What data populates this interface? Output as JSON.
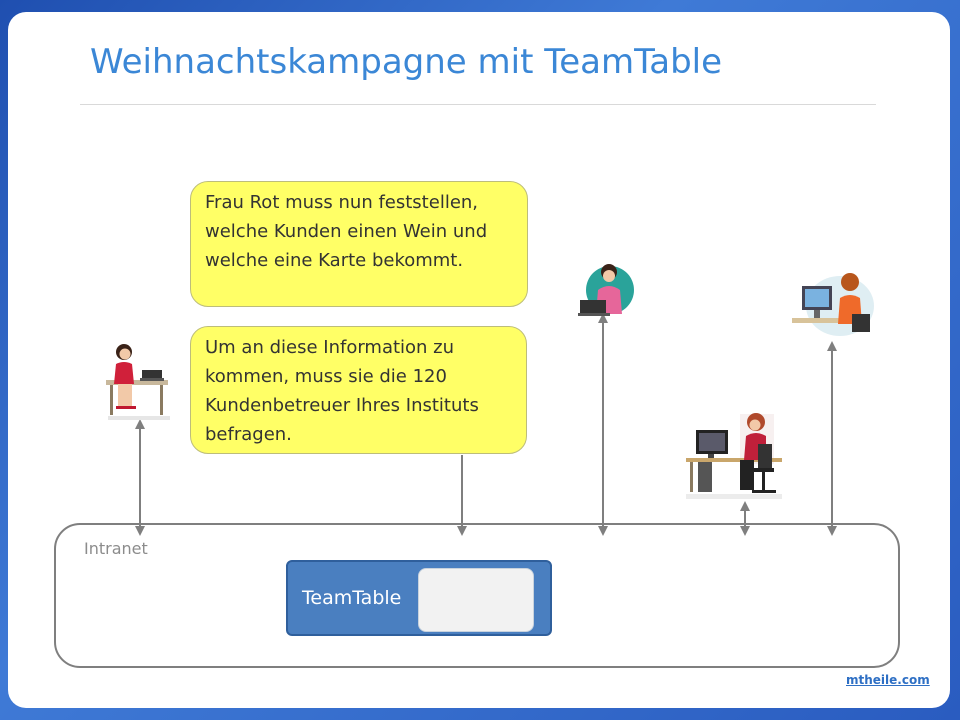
{
  "title": "Weihnachtskampagne  mit TeamTable",
  "bubbles": [
    {
      "text": "Frau Rot muss nun feststellen, welche Kunden einen Wein und welche eine Karte bekommt."
    },
    {
      "text": "Um an diese Information zu kommen, muss sie die 120 Kundenbetreuer Ihres Instituts befragen."
    }
  ],
  "intranet_label": "Intranet",
  "teamtable_label": "TeamTable",
  "footer_link": "mtheile.com",
  "colors": {
    "title": "#3b87d6",
    "bubble": "#ffff66",
    "teamtable": "#4a7fc0",
    "arrow": "#7f7f7f"
  }
}
